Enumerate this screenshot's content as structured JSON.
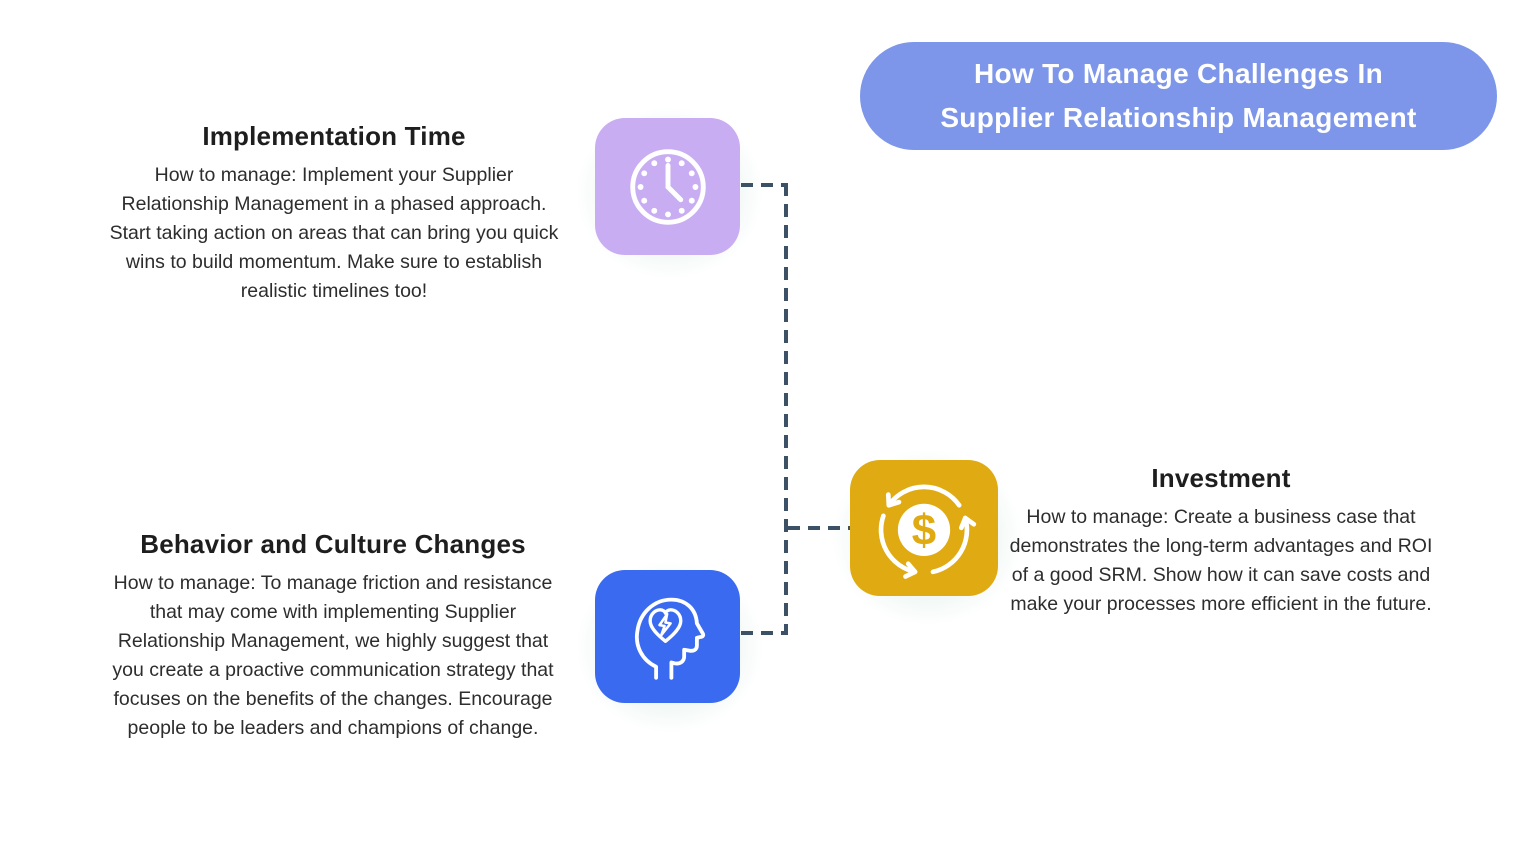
{
  "banner": {
    "title_line1": "How To Manage Challenges In",
    "title_line2": "Supplier Relationship Management",
    "bg_color": "#7d96e9",
    "text_color": "#ffffff"
  },
  "sections": [
    {
      "id": "implementation-time",
      "heading": "Implementation Time",
      "body": "How to manage: Implement your Supplier Relationship Management in a phased approach. Start taking action on areas that can bring you quick wins to build momentum. Make sure to establish realistic timelines too!",
      "icon": "clock-icon",
      "icon_bg_color": "#c9adf2"
    },
    {
      "id": "investment",
      "heading": "Investment",
      "body": "How to manage: Create a business case that demonstrates the long-term advantages and ROI of a good SRM. Show how it can save costs and make your processes more efficient in the future.",
      "icon": "dollar-cycle-icon",
      "icon_bg_color": "#dfaa12"
    },
    {
      "id": "behavior-and-culture-changes",
      "heading": "Behavior and Culture Changes",
      "body": "How to manage: To manage friction and resistance that may come with implementing Supplier Relationship Management, we highly suggest that you create a proactive communication strategy that focuses on the benefits of the changes. Encourage people to be leaders and champions of change.",
      "icon": "head-heart-lightning-icon",
      "icon_bg_color": "#3a6af0"
    }
  ],
  "icons": {
    "dollar_glyph": "$"
  },
  "connector_color": "#3d5166",
  "heading_text_color": "#1e1e1e",
  "body_text_color": "#2d2d2d"
}
